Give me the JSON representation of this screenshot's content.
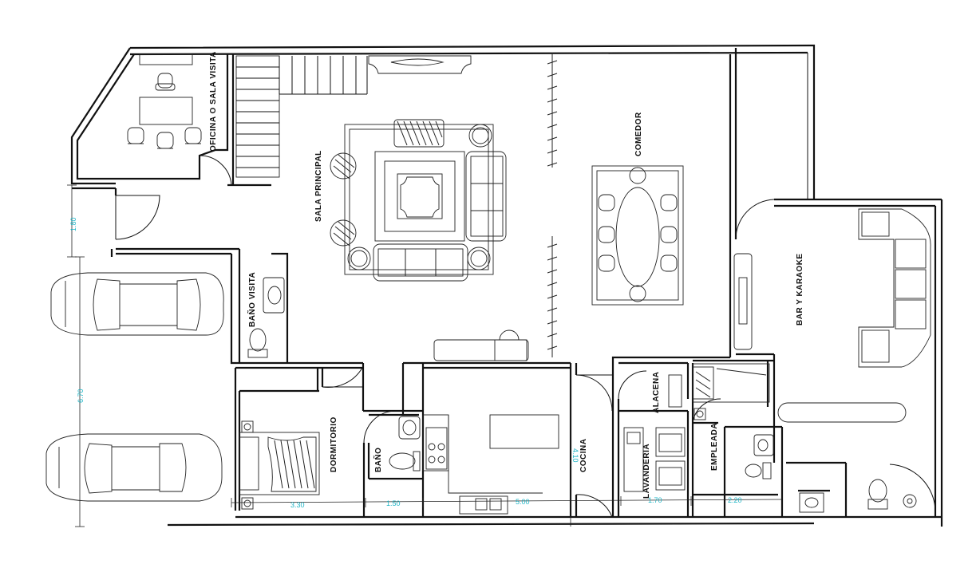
{
  "rooms": {
    "oficina": "OFICINA O SALA VISITA",
    "sala": "SALA PRINCIPAL",
    "comedor": "COMEDOR",
    "bar": "BAR Y KARAOKE",
    "bano_visita": "BAÑO VISITA",
    "dormitorio": "DORMITORIO",
    "bano": "BAÑO",
    "cocina": "COCINA",
    "alacena": "ALACENA",
    "lavanderia": "LAVANDERIA",
    "empleada": "EMPLEADA"
  },
  "dimensions": {
    "d_180": "1.80",
    "d_670": "6.70",
    "d_330": "3.30",
    "d_150": "1.50",
    "d_500": "5.00",
    "d_410": "4.10",
    "d_170": "1.70",
    "d_220": "2.20"
  },
  "colors": {
    "line": "#111111",
    "dimension_text": "#1fb5c6"
  }
}
